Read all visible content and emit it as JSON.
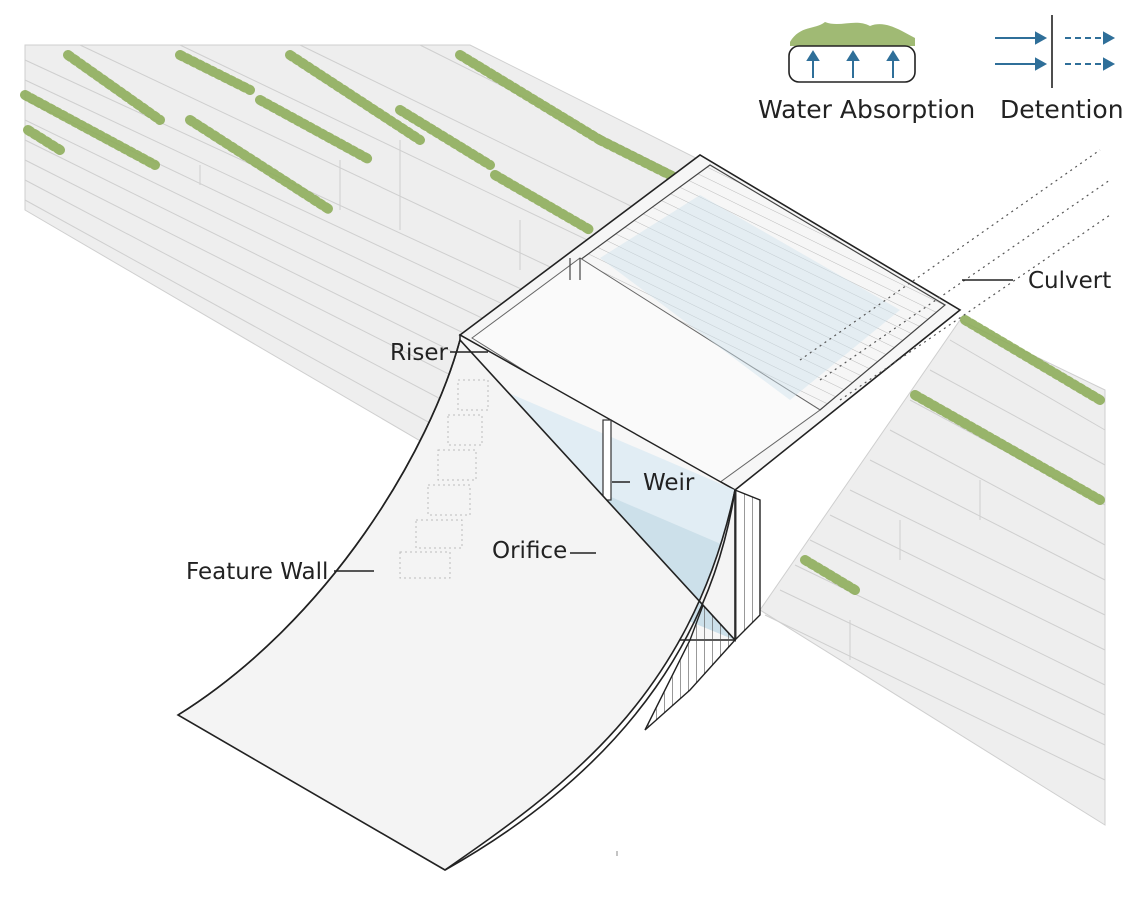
{
  "legend": {
    "water_absorption": "Water Absorption",
    "detention": "Detention"
  },
  "labels": {
    "culvert": "Culvert",
    "riser": "Riser",
    "weir": "Weir",
    "orifice": "Orifice",
    "feature_wall": "Feature Wall"
  },
  "colors": {
    "plant": "#8fae5c",
    "water": "#cfe3ee",
    "arrow": "#2f6f99",
    "step": "#ececec",
    "line": "#222222"
  }
}
